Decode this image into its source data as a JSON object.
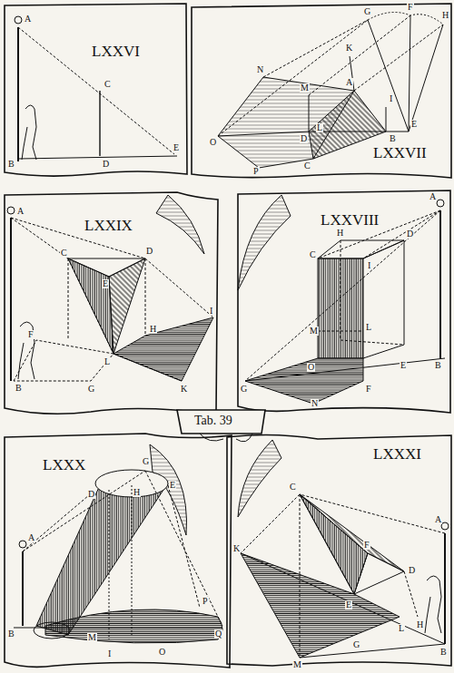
{
  "diagram": {
    "labels": [
      "LXXVI",
      "A",
      "C",
      "B",
      "D",
      "E",
      "LXXVII",
      "G",
      "F",
      "H",
      "N",
      "K",
      "M",
      "I",
      "A",
      "D",
      "B",
      "O",
      "L",
      "C",
      "E",
      "P",
      "LXXIX",
      "A",
      "C",
      "D",
      "E",
      "F",
      "L",
      "H",
      "I",
      "B",
      "G",
      "K",
      "LXXVIII",
      "A",
      "H",
      "C",
      "I",
      "D",
      "M",
      "L",
      "E",
      "B",
      "G",
      "O",
      "N",
      "F",
      "Tab. 39",
      "LXXX",
      "A",
      "D",
      "G",
      "H",
      "E",
      "B",
      "M",
      "P",
      "Q",
      "I",
      "O",
      "LXXXI",
      "A",
      "C",
      "F",
      "D",
      "K",
      "E",
      "L",
      "H",
      "B",
      "M",
      "G"
    ]
  }
}
